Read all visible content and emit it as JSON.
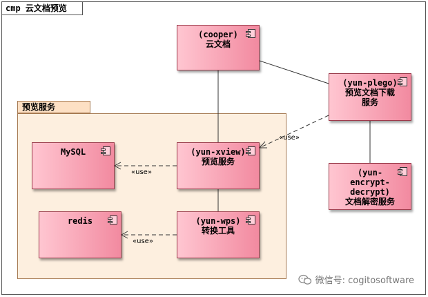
{
  "frame": {
    "title": "cmp 云文档预览"
  },
  "package": {
    "name": "预览服务"
  },
  "components": {
    "cooper": "(cooper)\n云文档",
    "plego": "(yun-plego)\n预览文档下载\n服务",
    "xview": "(yun-xview)\n预览服务",
    "mysql": "MySQL",
    "redis": "redis",
    "wps": "(yun-wps)\n转换工具",
    "encrypt": "(yun-\nencrypt-\ndecrypt)\n文档解密服务"
  },
  "relations": {
    "use_plego_xview": "«use»",
    "use_xview_mysql": "«use»",
    "use_wps_redis": "«use»"
  },
  "watermark": {
    "text": "微信号: cogitosoftware",
    "icon": "wechat-icon"
  },
  "colors": {
    "component_fill": "#f7a3b5",
    "package_fill": "#fdefdf",
    "border": "#9a3a4a"
  }
}
